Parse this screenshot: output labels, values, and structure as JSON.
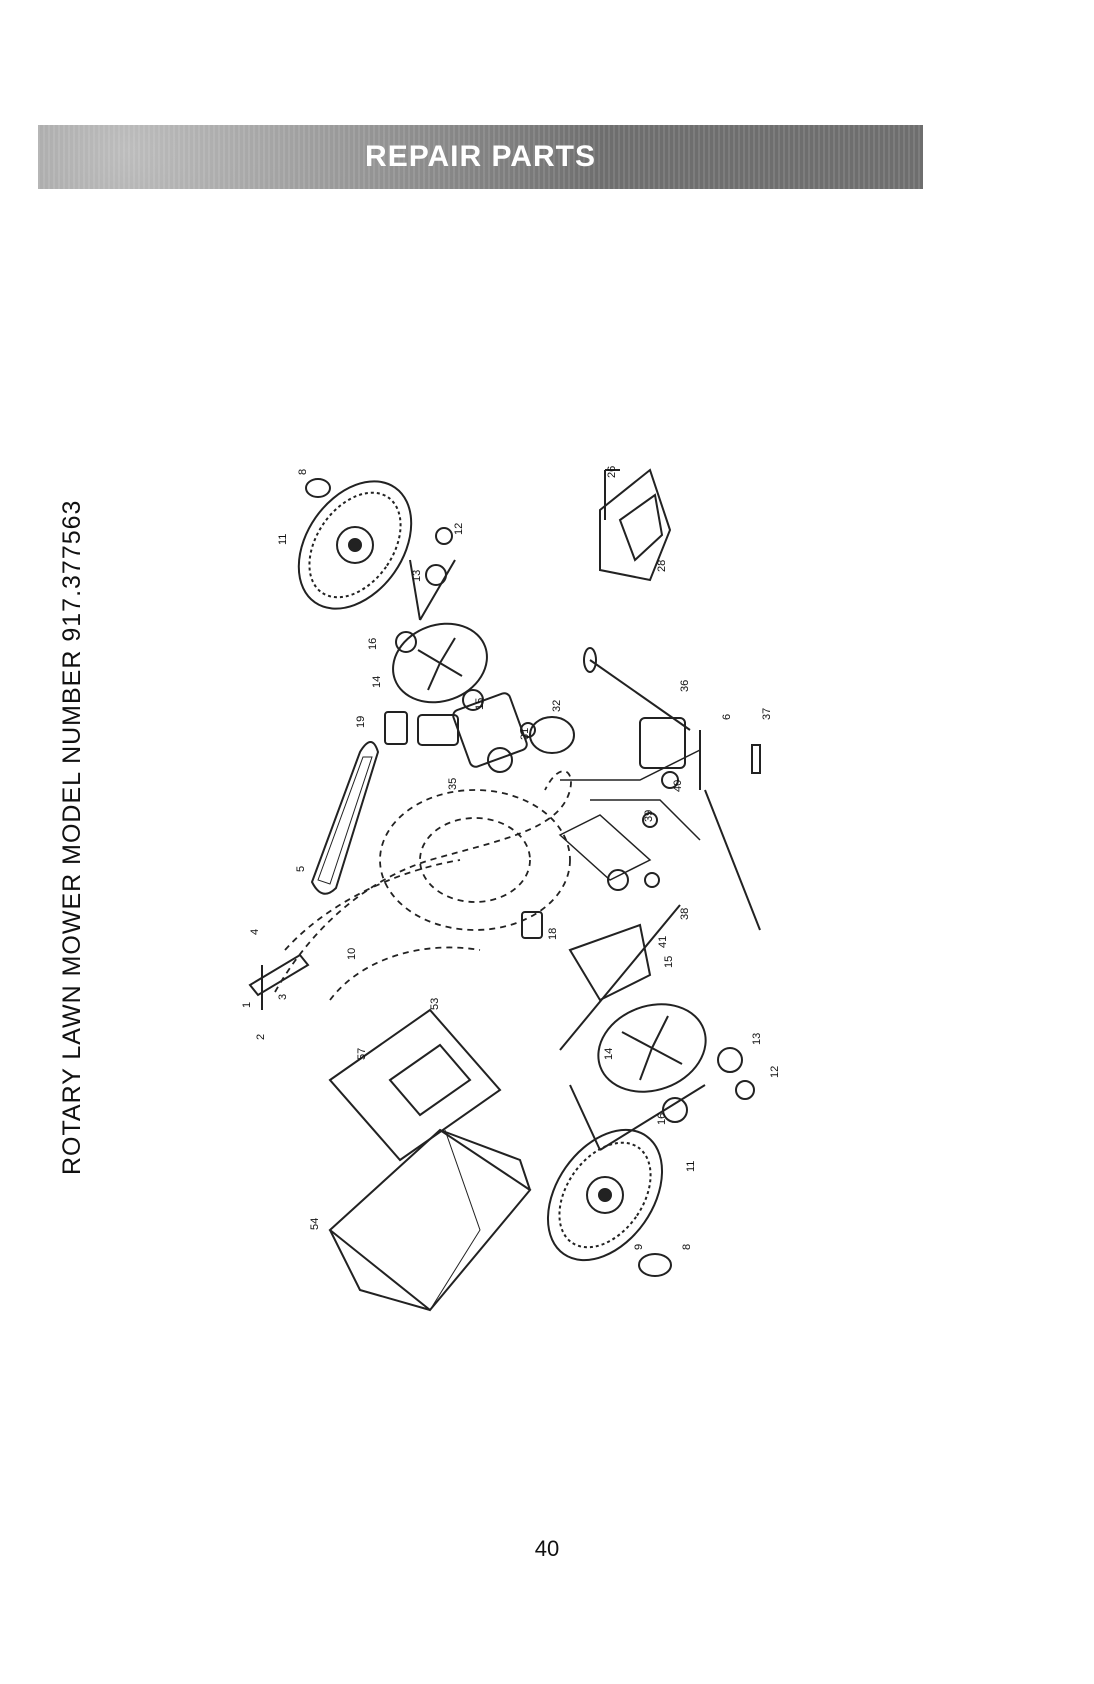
{
  "header": {
    "title": "REPAIR PARTS"
  },
  "side_title": "ROTARY LAWN MOWER MODEL NUMBER 917.377563",
  "diagram": {
    "callouts": [
      "8",
      "11",
      "12",
      "13",
      "16",
      "14",
      "15",
      "19",
      "31",
      "32",
      "35",
      "5",
      "4",
      "3",
      "1",
      "2",
      "57",
      "53",
      "54",
      "10",
      "18",
      "38",
      "39",
      "40",
      "41",
      "6",
      "37",
      "36",
      "28",
      "26",
      "11",
      "8",
      "9",
      "13",
      "12",
      "14",
      "16",
      "15"
    ]
  },
  "footer": {
    "page_number": "40"
  }
}
